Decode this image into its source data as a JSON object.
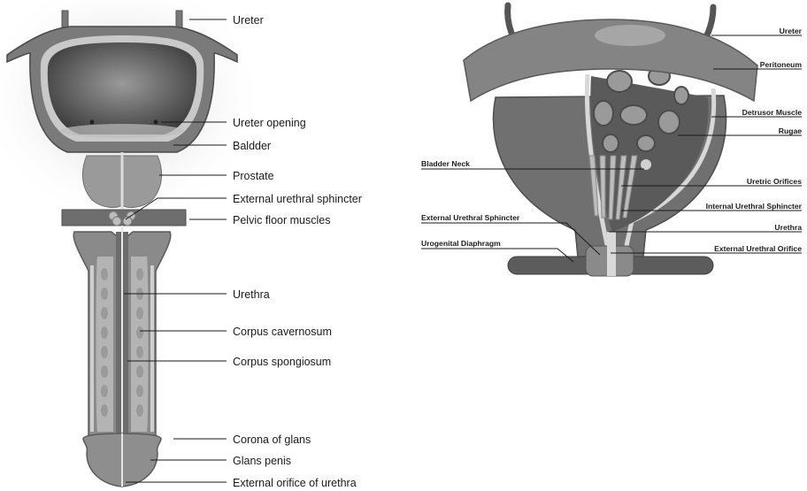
{
  "left_diagram": {
    "labels": [
      "Ureter",
      "Ureter opening",
      "Baldder",
      "Prostate",
      "External urethral sphincter",
      "Pelvic floor muscles",
      "Urethra",
      "Corpus cavernosum",
      "Corpus spongiosum",
      "Corona of glans",
      "Glans penis",
      "External orifice of urethra"
    ]
  },
  "right_diagram": {
    "labels_right": [
      "Ureter",
      "Peritoneum",
      "Detrusor Muscle",
      "Rugae",
      "Uretric Orifices",
      "Internal Urethral Sphincter",
      "Urethra",
      "External Urethral Orifice"
    ],
    "labels_left": [
      "Bladder Neck",
      "External Urethral Sphincter",
      "Urogenital Diaphragm"
    ]
  }
}
